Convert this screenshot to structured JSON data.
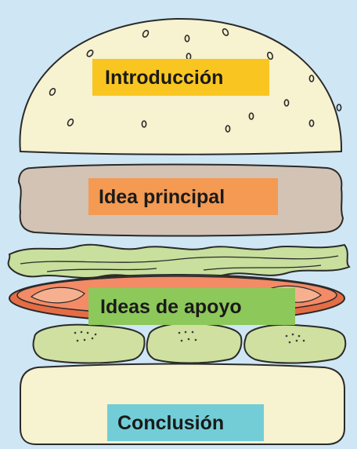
{
  "labels": {
    "introduction": "Introducción",
    "main_idea": "Idea principal",
    "supporting_ideas": "Ideas de apoyo",
    "conclusion": "Conclusión"
  },
  "colors": {
    "background": "#cfe6f4",
    "bun": "#f7f2cf",
    "patty": "#d3c3b4",
    "lettuce": "#c8df9d",
    "tomato": "#f28b66",
    "pickle": "#cfe0a0",
    "introduction_label": "#f9c621",
    "main_idea_label": "#f49a52",
    "supporting_ideas_label": "#8dc85a",
    "conclusion_label": "#73cdd6"
  }
}
